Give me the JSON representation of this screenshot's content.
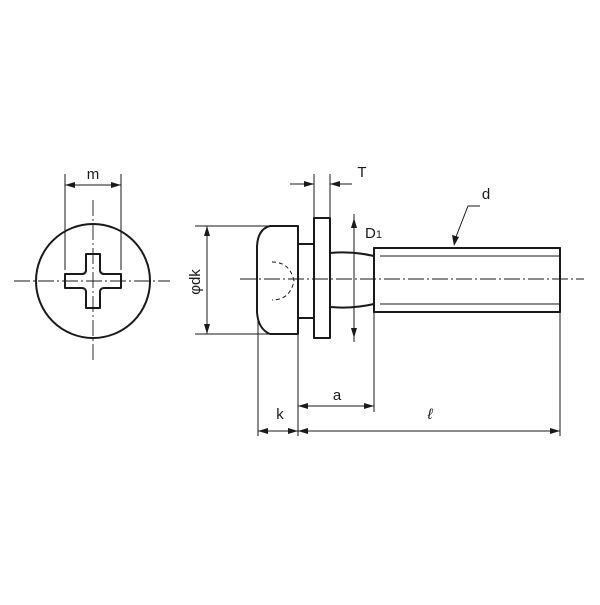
{
  "labels": {
    "m": "m",
    "T": "T",
    "d": "d",
    "D1_main": "D",
    "D1_sub": "1",
    "phi_dk": "φdk",
    "k": "k",
    "a": "a",
    "l": "ℓ"
  },
  "icons": {
    "end_view": "phillips-recess-pan-head-end-view",
    "side_view": "pan-head-screw-with-washer-side-view"
  }
}
